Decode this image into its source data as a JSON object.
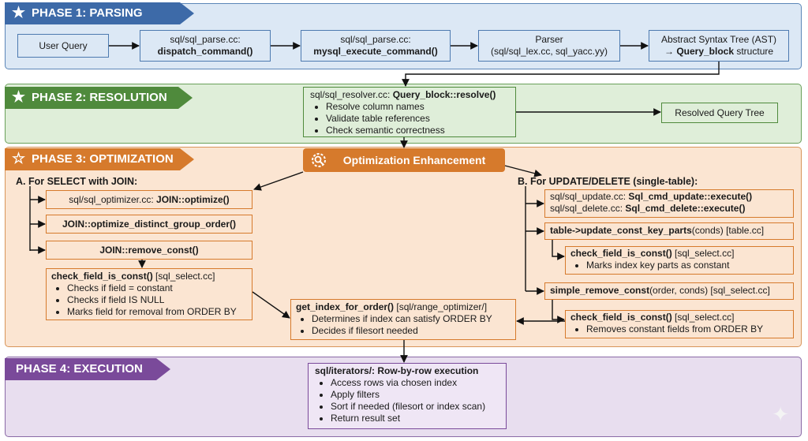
{
  "phases": {
    "p1": "PHASE 1: PARSING",
    "p2": "PHASE 2: RESOLUTION",
    "p3": "PHASE 3: OPTIMIZATION",
    "p4": "PHASE 4: EXECUTION"
  },
  "phase1": {
    "user_query": "User Query",
    "dispatch_file": "sql/sql_parse.cc:",
    "dispatch_fn": "dispatch_command()",
    "mysql_file": "sql/sql_parse.cc:",
    "mysql_fn": "mysql_execute_command()",
    "parser_title": "Parser",
    "parser_files": "(sql/sql_lex.cc, sql_yacc.yy)",
    "ast_title": "Abstract Syntax Tree (AST)",
    "ast_arrow": "→ ",
    "ast_bold": "Query_block",
    "ast_rest": " structure"
  },
  "phase2": {
    "resolver_file": "sql/sql_resolver.cc: ",
    "resolver_fn": "Query_block::resolve()",
    "bullets": [
      "Resolve column names",
      "Validate table references",
      "Check semantic correctness"
    ],
    "resolved": "Resolved Query Tree"
  },
  "phase3": {
    "enhancement": "Optimization Enhancement",
    "sectionA": "A. For SELECT with JOIN:",
    "sectionB": "B. For UPDATE/DELETE (single-table):",
    "join_opt_file": "sql/sql_optimizer.cc: ",
    "join_opt_fn": "JOIN::optimize()",
    "distinct": "JOIN::optimize_distinct_group_order()",
    "remove_const": "JOIN::remove_const()",
    "cfic_left_fn": "check_field_is_const()",
    "cfic_left_file": " [sql_select.cc]",
    "cfic_left_bullets": [
      "Checks if field = constant",
      "Checks if field IS NULL",
      "Marks field for removal from ORDER BY"
    ],
    "gifo_fn": "get_index_for_order()",
    "gifo_file": " [sql/range_optimizer/]",
    "gifo_bullets": [
      "Determines if index can satisfy ORDER BY",
      "Decides if filesort needed"
    ],
    "upd_file": "sql/sql_update.cc: ",
    "upd_fn": "Sql_cmd_update::execute()",
    "del_file": "sql/sql_delete.cc: ",
    "del_fn": "Sql_cmd_delete::execute()",
    "tucp_fn": "table->update_const_key_parts",
    "tucp_rest": "(conds) [table.cc]",
    "cfic_r1_fn": "check_field_is_const()",
    "cfic_r1_file": " [sql_select.cc]",
    "cfic_r1_bullets": [
      "Marks index key parts as constant"
    ],
    "src_fn": "simple_remove_const",
    "src_rest": "(order, conds) [sql_select.cc]",
    "cfic_r2_fn": "check_field_is_const()",
    "cfic_r2_file": " [sql_select.cc]",
    "cfic_r2_bullets": [
      "Removes constant fields from ORDER BY"
    ]
  },
  "phase4": {
    "title": "sql/iterators/: Row-by-row execution",
    "bullets": [
      "Access rows via chosen index",
      "Apply filters",
      "Sort if needed (filesort or index scan)",
      "Return result set"
    ]
  },
  "colors": {
    "phase1": "#3d6aa8",
    "phase2": "#4f8a3c",
    "phase3": "#d67a2c",
    "phase4": "#7a4a9a"
  }
}
